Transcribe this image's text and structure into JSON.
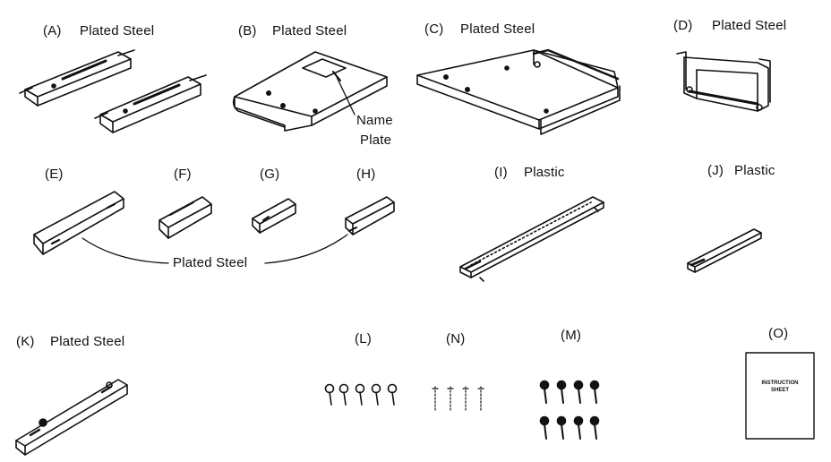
{
  "parts": {
    "A": {
      "letter": "(A)",
      "material": "Plated Steel"
    },
    "B": {
      "letter": "(B)",
      "material": "Plated Steel",
      "callout_line1": "Name",
      "callout_line2": "Plate"
    },
    "C": {
      "letter": "(C)",
      "material": "Plated Steel"
    },
    "D": {
      "letter": "(D)",
      "material": "Plated Steel"
    },
    "E": {
      "letter": "(E)"
    },
    "F": {
      "letter": "(F)"
    },
    "G": {
      "letter": "(G)"
    },
    "H": {
      "letter": "(H)"
    },
    "EH_group_material": "Plated Steel",
    "I": {
      "letter": "(I)",
      "material": "Plastic"
    },
    "J": {
      "letter": "(J)",
      "material": "Plastic"
    },
    "K": {
      "letter": "(K)",
      "material": "Plated Steel"
    },
    "L": {
      "letter": "(L)"
    },
    "N": {
      "letter": "(N)"
    },
    "M": {
      "letter": "(M)"
    },
    "O": {
      "letter": "(O)",
      "sheet_line1": "INSTRUCTION",
      "sheet_line2": "SHEET"
    }
  },
  "icons": [
    "bracket-part-icon",
    "shelf-part-icon",
    "screw-icon",
    "pin-icon",
    "instruction-sheet-icon"
  ]
}
